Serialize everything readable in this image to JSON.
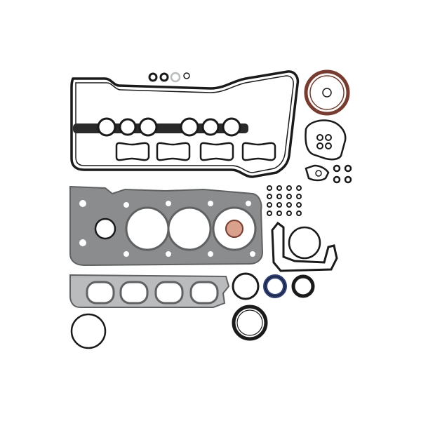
{
  "product": {
    "kind": "engine-gasket-set-photo",
    "background_color": "#ffffff"
  },
  "colors": {
    "black": "#1a1a1a",
    "steel_gray": "#8a8c8e",
    "steel_dark": "#5f6163",
    "brown_seal": "#7a3b2e",
    "blue_seal": "#2c3e7a",
    "silver": "#b9bbbd"
  },
  "parts": [
    "valve-cover-gasket",
    "spark-plug-tube-seals",
    "cylinder-head-gasket",
    "exhaust-manifold-gasket",
    "rear-main-seal",
    "front-crank-seal",
    "camshaft-seal",
    "oil-pan-o-ring",
    "valve-stem-seals",
    "timing-cover-gasket",
    "small-o-rings"
  ]
}
